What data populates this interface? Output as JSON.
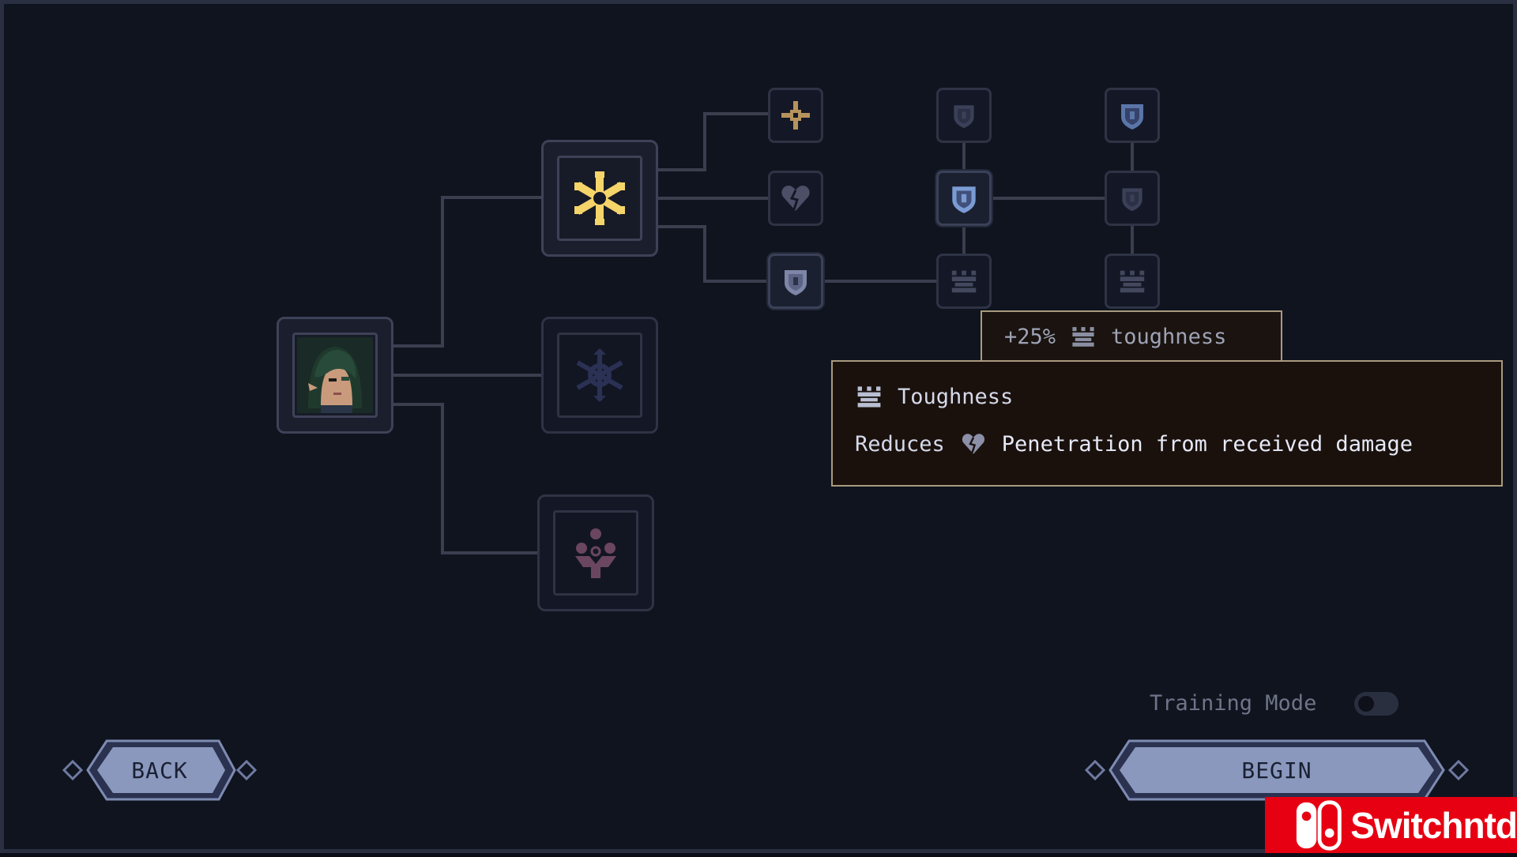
{
  "tooltip": {
    "bonus_value": "+25%",
    "bonus_stat": "toughness",
    "title": "Toughness",
    "desc_prefix": "Reduces",
    "desc_suffix": "Penetration from received damage"
  },
  "training_mode": {
    "label": "Training Mode",
    "enabled": false
  },
  "buttons": {
    "back": "BACK",
    "begin": "BEGIN"
  },
  "watermark": {
    "text": "Switchntd"
  },
  "colors": {
    "node_line": "#3a3e4e",
    "gold_icon": "#f5d46a",
    "tooltip_border": "#a99a7e",
    "tooltip_bg": "#1a110d",
    "button_fill": "#8a98bd",
    "watermark_red": "#e60012"
  },
  "icons": {
    "hero": "hero-portrait",
    "branch_1": "snowflake-gold-icon",
    "branch_2": "snowflake-dim-icon",
    "branch_3": "group-icon",
    "skill_a": "cross-icon",
    "skill_b": "broken-heart-icon",
    "skill_c": "shield-icon",
    "skill_d": "castle-icon"
  }
}
